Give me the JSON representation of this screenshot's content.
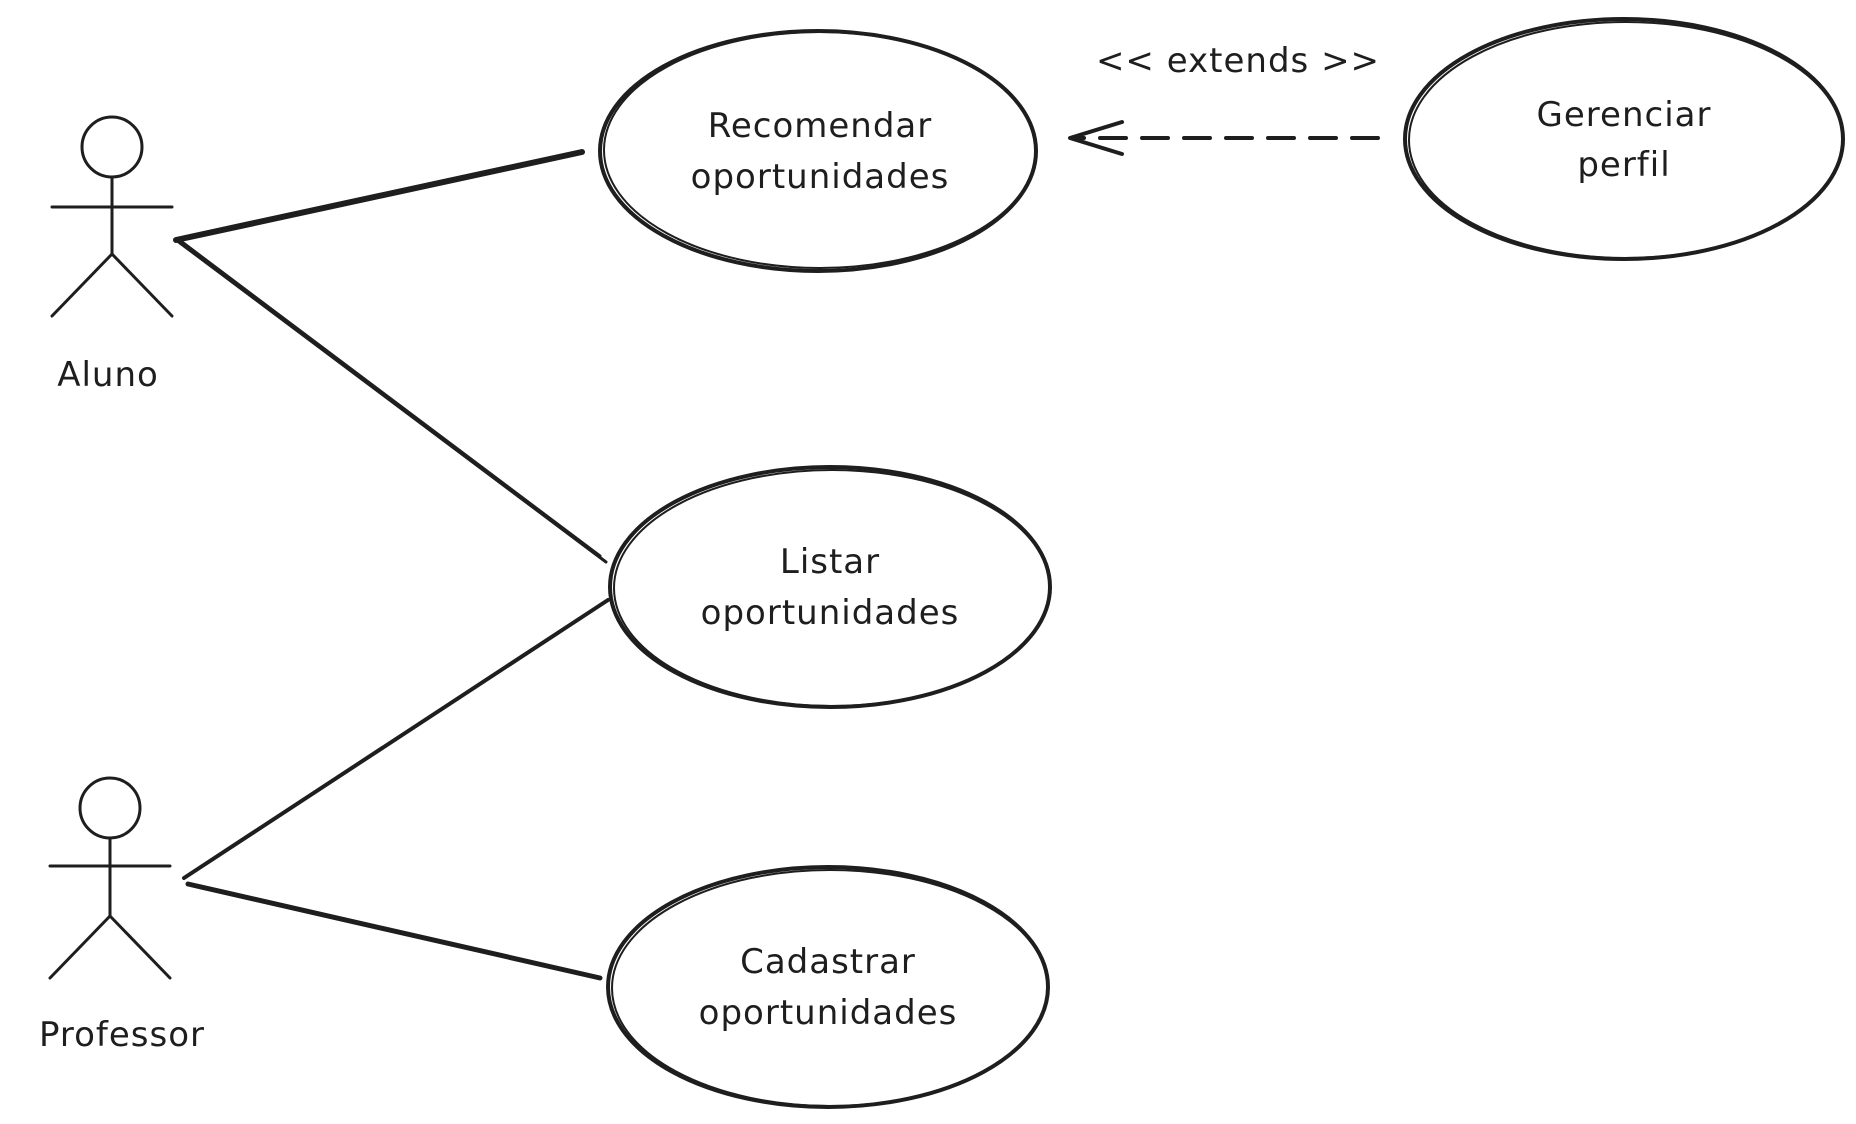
{
  "diagram": {
    "actors": {
      "aluno": {
        "label": "Aluno"
      },
      "professor": {
        "label": "Professor"
      }
    },
    "use_cases": {
      "recomendar": {
        "line1": "Recomendar",
        "line2": "oportunidades"
      },
      "listar": {
        "line1": "Listar",
        "line2": "oportunidades"
      },
      "cadastrar": {
        "line1": "Cadastrar",
        "line2": "oportunidades"
      },
      "gerenciar": {
        "line1": "Gerenciar",
        "line2": "perfil"
      }
    },
    "relations": {
      "extends_label": "<< extends >>"
    }
  }
}
